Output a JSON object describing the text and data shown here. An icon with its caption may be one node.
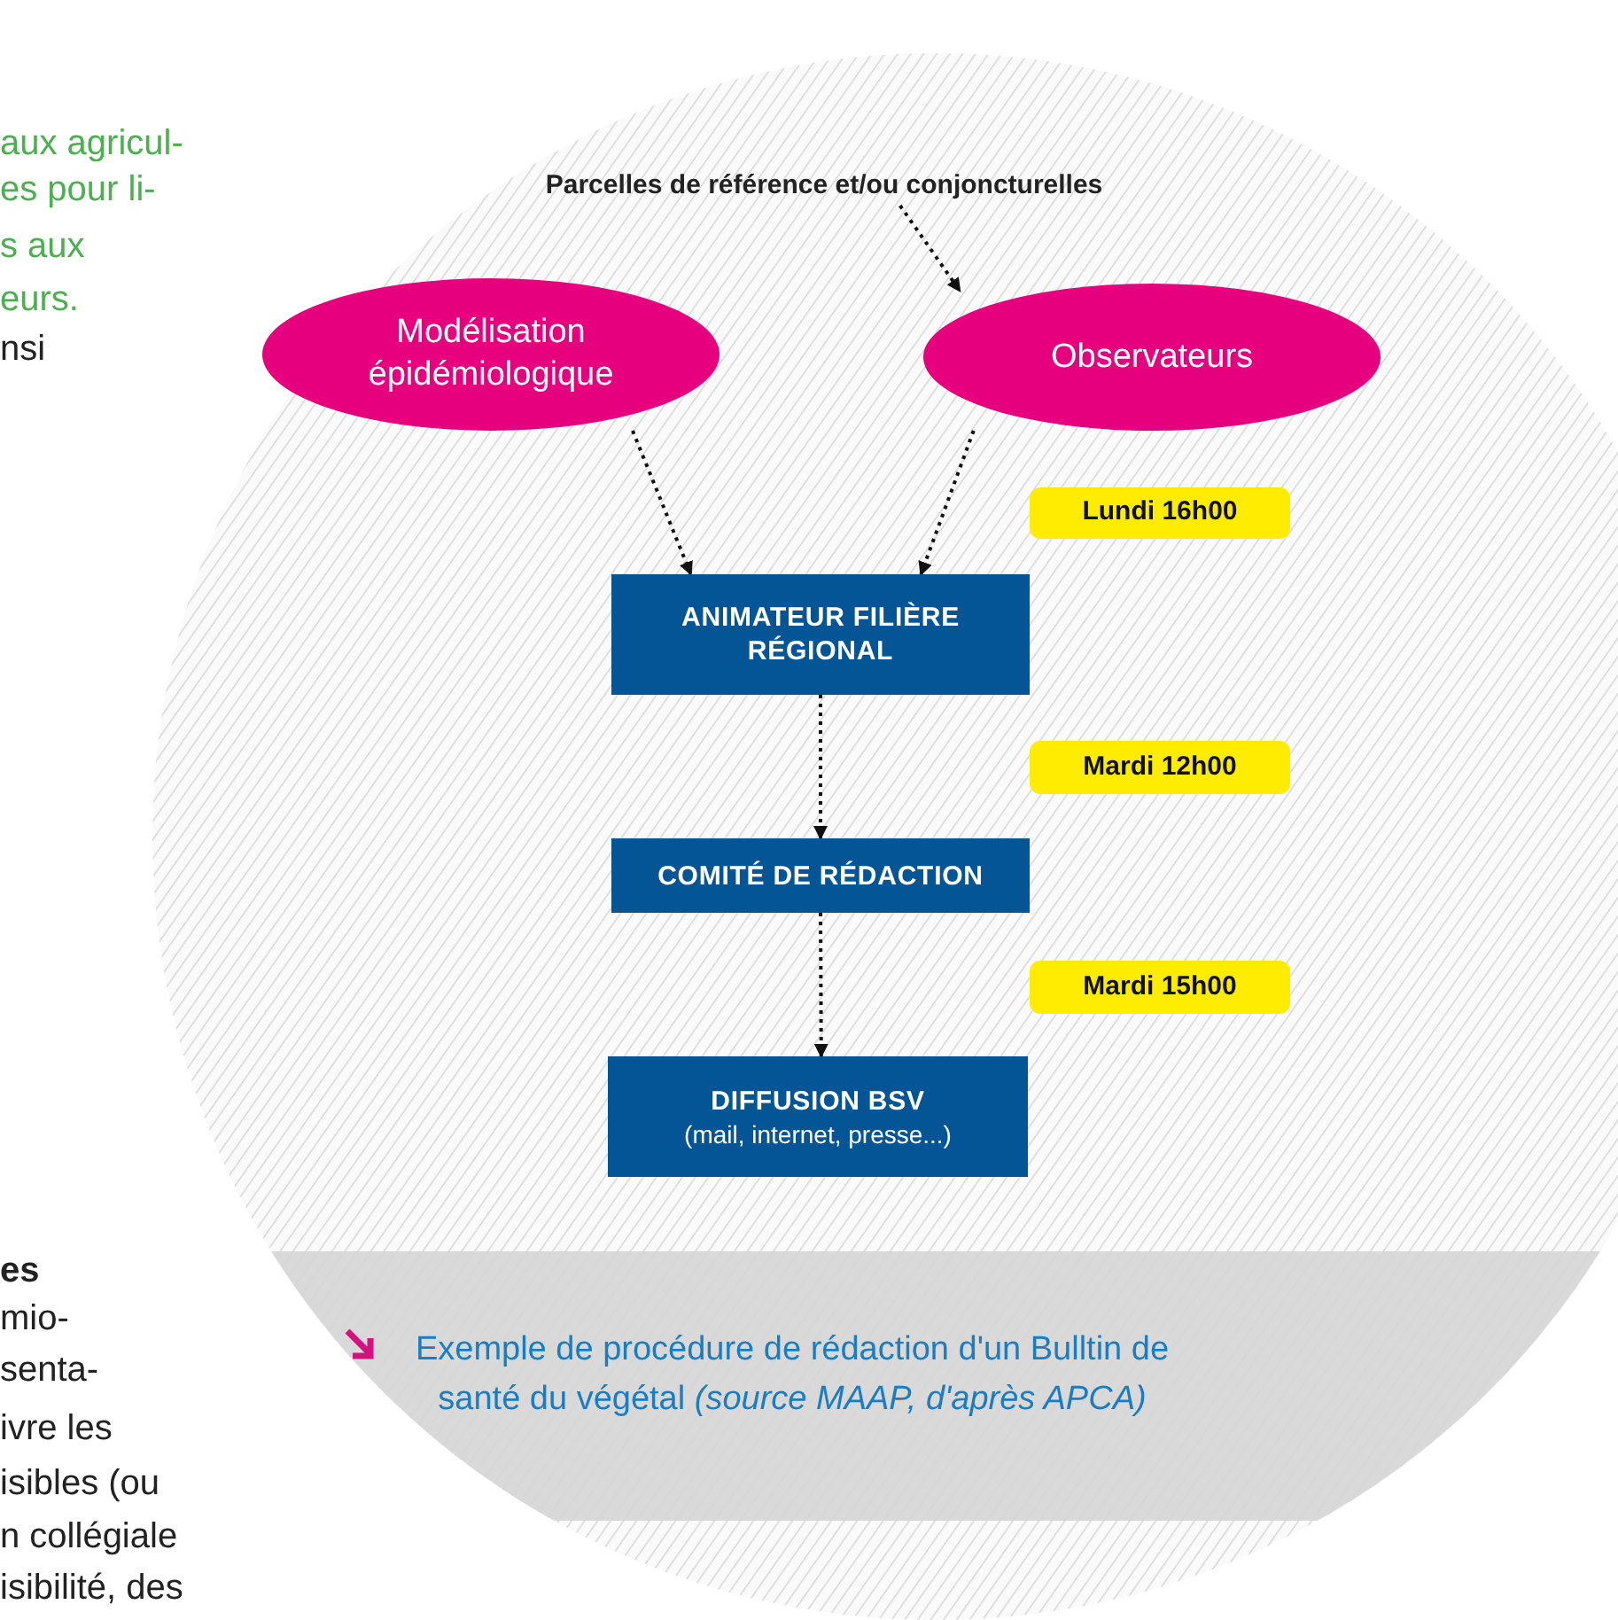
{
  "diagram": {
    "caption": "Exemple de procédure de rédaction d'un Bulltin de santé du végétal *(source MAAP, d'après APCA)*",
    "nodes": [
      {
        "text": [
          "Parcelles de référence et/ou conjoncturelles"
        ]
      },
      {
        "text": [
          "Modélisation épidémiologique"
        ]
      },
      {
        "text": [
          "Observateurs"
        ]
      },
      {
        "text": [
          "Lundi 16h00"
        ]
      },
      {
        "text": [
          "ANIMATEUR FILIÈRE RÉGIONAL"
        ]
      },
      {
        "text": [
          "Mardi 12h00"
        ]
      },
      {
        "text": [
          "COMITÉ DE RÉDACTION"
        ]
      },
      {
        "text": [
          "Mardi 15h00"
        ]
      },
      {
        "text": [
          "DIFFUSION BSV",
          "(mail, internet, presse...)"
        ]
      }
    ],
    "edges": [
      {
        "from": 0,
        "to": 2,
        "arrow": "to"
      },
      {
        "from": 1,
        "to": 4,
        "arrow": "to"
      },
      {
        "from": 2,
        "to": 4,
        "arrow": "to"
      },
      {
        "from": 4,
        "to": 6,
        "arrow": "to"
      },
      {
        "from": 6,
        "to": 8,
        "arrow": "to"
      }
    ],
    "labels": [
      "aux agricul-",
      "es pour li-",
      "s aux",
      "eurs.",
      "nsi",
      "es",
      "mio-",
      "senta-",
      "ivre les",
      "isibles (ou",
      "n collégiale",
      "isibilité, des"
    ]
  }
}
